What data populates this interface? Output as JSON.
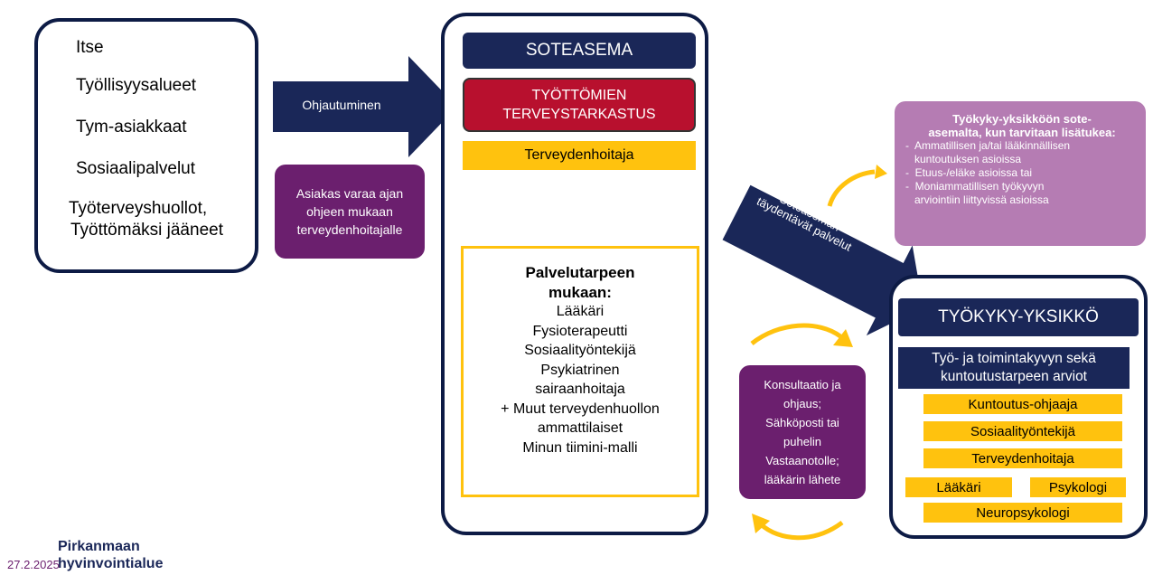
{
  "sources": {
    "items": [
      "Itse",
      "Työllisyysalueet",
      "Tym-asiakkaat",
      "Sosiaalipalvelut",
      "Työterveyshuollot,",
      "Työttömäksi jääneet"
    ]
  },
  "arrow_left_label": "Ohjautuminen",
  "note_booking": [
    "Asiakas varaa ajan",
    "ohjeen mukaan",
    "terveydenhoitajalle"
  ],
  "soteasema": {
    "header": "SOTEASEMA",
    "checkup": [
      "TYÖTTÖMIEN",
      "TERVEYSTARKASTUS"
    ],
    "nurse": "Terveydenhoitaja",
    "needs_title": [
      "Palvelutarpeen",
      "mukaan:"
    ],
    "needs_items": [
      "Lääkäri",
      "Fysioterapeutti",
      "Sosiaalityöntekijä",
      "Psykiatrinen",
      "sairaanhoitaja",
      "+ Muut terveydenhuollon",
      "ammattilaiset",
      "Minun tiimini-malli"
    ]
  },
  "arrow_mid_label": [
    "Soteaseman",
    "täydentävät palvelut"
  ],
  "info_box": {
    "title": [
      "Työkyky-yksikköön sote-",
      "asemalta, kun tarvitaan lisätukea:"
    ],
    "bullets": [
      [
        "-  Ammatillisen ja/tai lääkinnällisen",
        "   kuntoutuksen asioissa"
      ],
      [
        "-  Etuus-/eläke asioissa tai"
      ],
      [
        "-  Moniammatillisen työkyvyn",
        "   arviointiin liittyvissä asioissa"
      ]
    ]
  },
  "consult_box": [
    "Konsultaatio ja",
    "ohjaus;",
    "Sähköposti tai",
    "puhelin",
    "Vastaanotolle;",
    "lääkärin lähete"
  ],
  "tyokyky": {
    "header": "TYÖKYKY-YKSIKKÖ",
    "assessment": [
      "Työ- ja toimintakyvyn sekä",
      "kuntoutustarpeen arviot"
    ],
    "roles": [
      "Kuntoutus-ohjaaja",
      "Sosiaalityöntekijä",
      "Terveydenhoitaja",
      "Lääkäri",
      "Psykologi",
      "Neuropsykologi"
    ]
  },
  "footer": {
    "org_line1": "Pirkanmaan",
    "org_line2": "hyvinvointialue",
    "date": "27.2.2025"
  },
  "colors": {
    "navy": "#1a2758",
    "crimson": "#b8102e",
    "yellow": "#ffc20e",
    "purple": "#6b1f6e",
    "light_purple": "#b57cb3"
  }
}
